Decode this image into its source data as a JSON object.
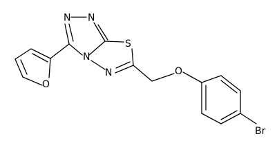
{
  "molecule": {
    "atoms": {
      "n_top_left": "N",
      "n_top_right": "N",
      "n_fused": "N",
      "n_lower": "N",
      "s_ring": "S",
      "o_furan": "O",
      "o_ether": "O",
      "br": "Br"
    }
  },
  "colors": {
    "bond": "#000000",
    "label": "#000000",
    "background": "#ffffff"
  }
}
